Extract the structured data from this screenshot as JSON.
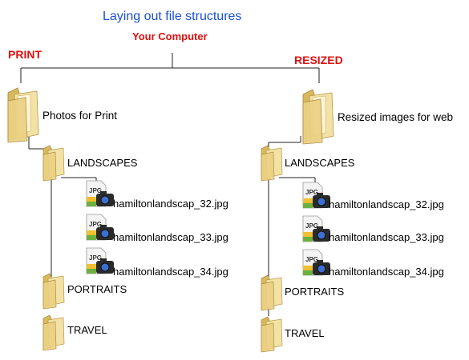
{
  "header": {
    "title": "Laying out file structures",
    "subtitle": "Your Computer"
  },
  "branches": {
    "left_heading": "PRINT",
    "right_heading": "RESIZED"
  },
  "left_tree": {
    "root_label": "Photos for Print",
    "folders": [
      "LANDSCAPES",
      "PORTRAITS",
      "TRAVEL"
    ],
    "files": [
      "hamiltonlandscap_32.jpg",
      "hamiltonlandscap_33.jpg",
      "hamiltonlandscap_34.jpg"
    ]
  },
  "right_tree": {
    "root_label": "Resized images for web",
    "folders": [
      "LANDSCAPES",
      "PORTRAITS",
      "TRAVEL"
    ],
    "files": [
      "hamiltonlandscap_32.jpg",
      "hamiltonlandscap_33.jpg",
      "hamiltonlandscap_34.jpg"
    ]
  },
  "file_badge": "JPG",
  "icons": {
    "folder": "folder-icon",
    "file": "jpg-file-icon"
  },
  "colors": {
    "title": "#1a4fd6",
    "accent_red": "#e01010",
    "folder": "#e9cf7e"
  }
}
